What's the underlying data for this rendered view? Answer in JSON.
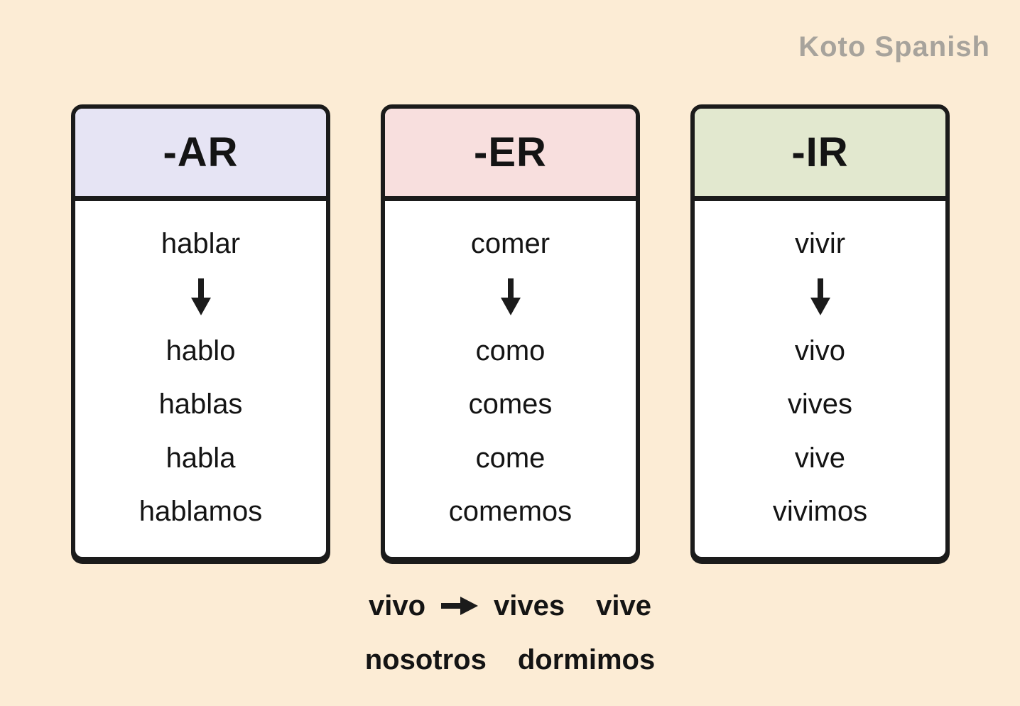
{
  "brand": {
    "logo_text": "Koto Spanish"
  },
  "colors": {
    "background": "#fcecd5",
    "card_border": "#1b1b1b",
    "card_body": "#ffffff",
    "text": "#141414",
    "logo_gray": "#a7a39c",
    "ar_header": "#e6e4f4",
    "er_header": "#f8dfde",
    "ir_header": "#e2e8cf"
  },
  "cards": [
    {
      "header_label": "-AR",
      "header_color": "#e6e4f4",
      "infinitive": "hablar",
      "conjugations": [
        "hablo",
        "hablas",
        "habla",
        "hablamos"
      ]
    },
    {
      "header_label": "-ER",
      "header_color": "#f8dfde",
      "infinitive": "comer",
      "conjugations": [
        "como",
        "comes",
        "come",
        "comemos"
      ]
    },
    {
      "header_label": "-IR",
      "header_color": "#e2e8cf",
      "infinitive": "vivir",
      "conjugations": [
        "vivo",
        "vives",
        "vive",
        "vivimos"
      ]
    }
  ],
  "footer": {
    "line1_word1": "vivo",
    "line1_word2": "vives",
    "line1_word3": "vive",
    "line2_word1": "nosotros",
    "line2_word2": "dormimos"
  }
}
